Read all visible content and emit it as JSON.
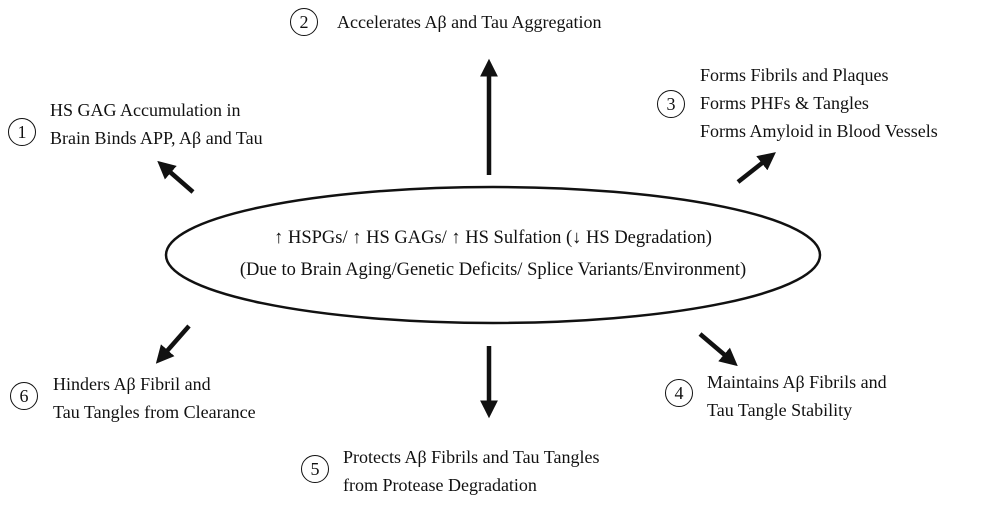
{
  "colors": {
    "ink": "#111111",
    "background": "#ffffff"
  },
  "center": {
    "line1": "↑ HSPGs/ ↑ HS GAGs/ ↑ HS Sulfation (↓ HS Degradation)",
    "line2": "(Due to Brain Aging/Genetic Deficits/ Splice Variants/Environment)"
  },
  "effects": [
    {
      "number": "1",
      "lines": [
        "HS GAG Accumulation in",
        "Brain Binds APP, Aβ and Tau"
      ]
    },
    {
      "number": "2",
      "lines": [
        "Accelerates Aβ and Tau Aggregation"
      ]
    },
    {
      "number": "3",
      "lines": [
        "Forms Fibrils and Plaques",
        "Forms PHFs & Tangles",
        "Forms Amyloid in Blood Vessels"
      ]
    },
    {
      "number": "4",
      "lines": [
        "Maintains Aβ Fibrils and",
        "Tau Tangle Stability"
      ]
    },
    {
      "number": "5",
      "lines": [
        "Protects Aβ Fibrils and Tau Tangles",
        "from Protease Degradation"
      ]
    },
    {
      "number": "6",
      "lines": [
        "Hinders Aβ Fibril and",
        "Tau Tangles from Clearance"
      ]
    }
  ]
}
